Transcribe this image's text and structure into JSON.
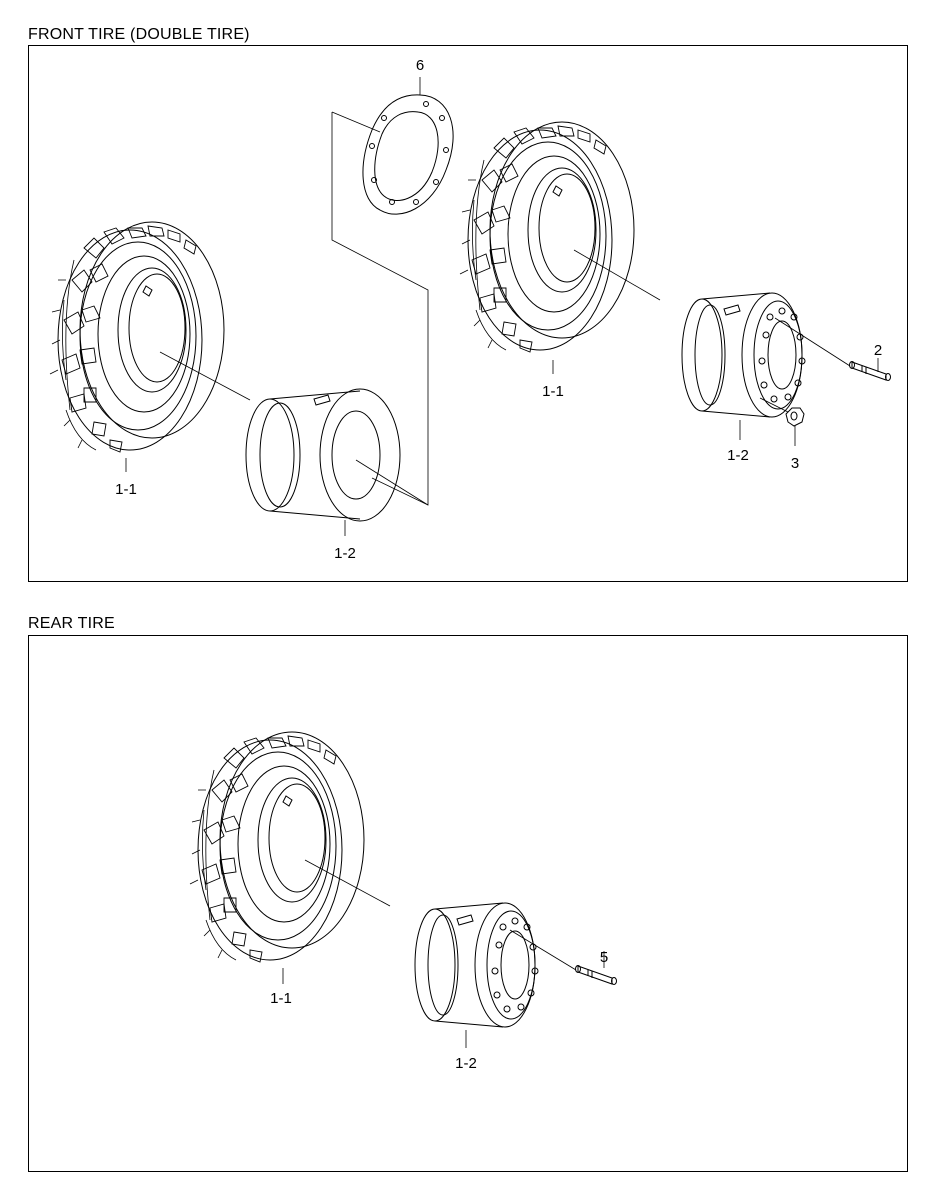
{
  "sections": {
    "front": {
      "title": "FRONT TIRE (DOUBLE TIRE)"
    },
    "rear": {
      "title": "REAR TIRE"
    }
  },
  "callouts": {
    "front_left_tire": "1-1",
    "front_left_rim": "1-2",
    "front_spacer": "6",
    "front_right_tire": "1-1",
    "front_right_rim": "1-2",
    "front_stud": "2",
    "front_nut": "3",
    "rear_tire": "1-1",
    "rear_rim": "1-2",
    "rear_stud": "5"
  }
}
